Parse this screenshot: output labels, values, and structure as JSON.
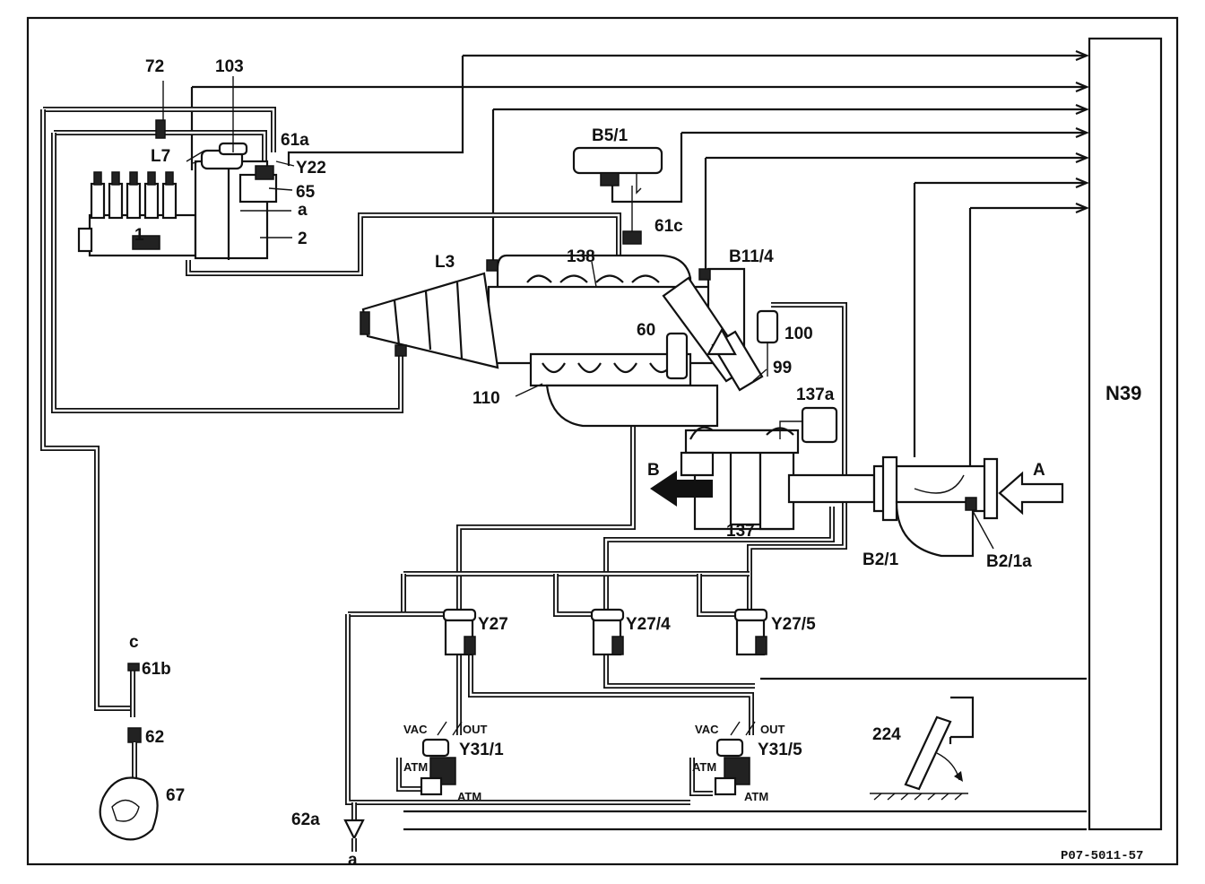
{
  "diagram": {
    "labels": {
      "n72": "72",
      "n103": "103",
      "n61a": "61a",
      "l7": "L7",
      "y22": "Y22",
      "n65": "65",
      "a_top": "a",
      "n1": "1",
      "n2": "2",
      "b51": "B5/1",
      "n61c": "61c",
      "n138": "138",
      "l3": "L3",
      "b114": "B11/4",
      "n60": "60",
      "n100": "100",
      "n99": "99",
      "n110": "110",
      "n137a": "137a",
      "b": "B",
      "a_arrow": "A",
      "n137": "137",
      "b21": "B2/1",
      "b21a": "B2/1a",
      "n39": "N39",
      "y27": "Y27",
      "y274": "Y27/4",
      "y275": "Y27/5",
      "c": "c",
      "n61b": "61b",
      "n62": "62",
      "n67": "67",
      "vac1": "VAC",
      "out1": "OUT",
      "y311": "Y31/1",
      "atm1a": "ATM",
      "atm1b": "ATM",
      "vac5": "VAC",
      "out5": "OUT",
      "y315": "Y31/5",
      "atm5a": "ATM",
      "atm5b": "ATM",
      "n224": "224",
      "n62a": "62a",
      "a_bottom": "a",
      "code": "P07-5011-57"
    },
    "colors": {
      "ink": "#111111",
      "paper": "#ffffff"
    }
  }
}
